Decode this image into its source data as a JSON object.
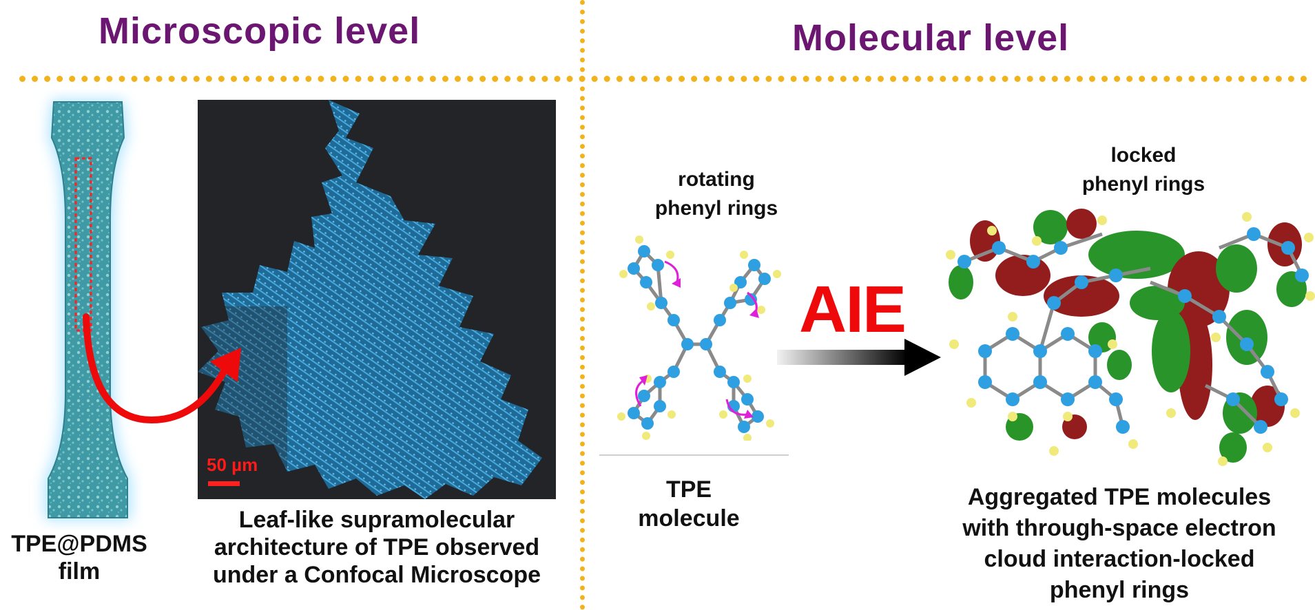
{
  "headings": {
    "left": "Microscopic level",
    "right": "Molecular level"
  },
  "captions": {
    "film": "TPE@PDMS\nfilm",
    "micrograph": "Leaf-like supramolecular\narchitecture of TPE observed\nunder a Confocal Microscope",
    "tpe": "TPE\nmolecule",
    "aggregated": "Aggregated TPE molecules\nwith through-space electron\ncloud interaction-locked\nphenyl rings"
  },
  "labels": {
    "rotating": "rotating\nphenyl rings",
    "locked": "locked\nphenyl rings",
    "aie": "AIE",
    "scale_bar": "50 µm"
  },
  "colors": {
    "heading": "#6b1670",
    "divider": "#f2b21c",
    "arrow_red": "#ee0a0a",
    "micrograph_bg": "#222428",
    "crystal_blue": "#2f8fc4",
    "atom_blue": "#2e9fe0",
    "atom_yellow": "#f0ea7a",
    "orbital_green": "#1e8f1e",
    "orbital_red": "#8e1010",
    "rotation_magenta": "#e020d8"
  }
}
